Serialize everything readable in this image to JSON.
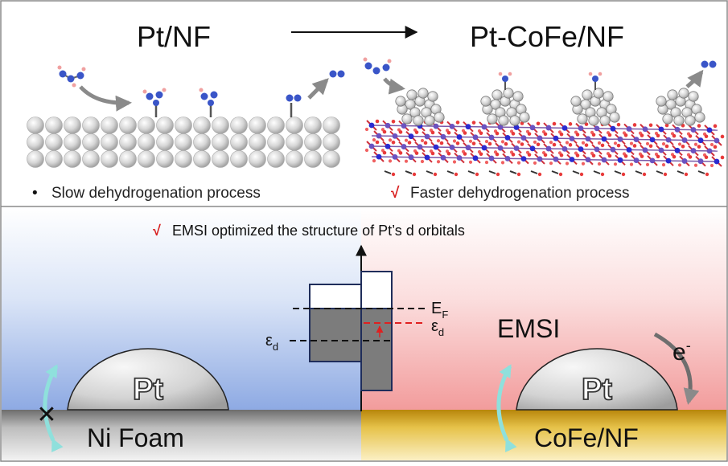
{
  "top": {
    "left_title": "Pt/NF",
    "right_title": "Pt-CoFe/NF",
    "left_caption": "Slow dehydrogenation process",
    "left_bullet": "•",
    "right_caption": "Faster dehydrogenation process",
    "check_mark": "√"
  },
  "bottom": {
    "headline": "EMSI optimized the structure of Pt’s d orbitals",
    "check_mark": "√",
    "left_substrate": "Ni Foam",
    "right_substrate": "CoFe/NF",
    "pt_label": "Pt",
    "emsi_label": "EMSI",
    "electron_base": "e",
    "electron_sup": "-",
    "fermi_base": "E",
    "fermi_sub": "F",
    "eps_base": "ε",
    "eps_sub": "d",
    "blocked_mark": "✕"
  },
  "colors": {
    "blue_panel": "#9db4e6",
    "red_panel": "#f4a7a7",
    "gold_substrate": "#c89a1c",
    "gray_substrate": "#8a8a8a",
    "fermi_red": "#e02020",
    "check_red": "#d81e1e",
    "arrow_cyan": "#8fe0dc"
  }
}
